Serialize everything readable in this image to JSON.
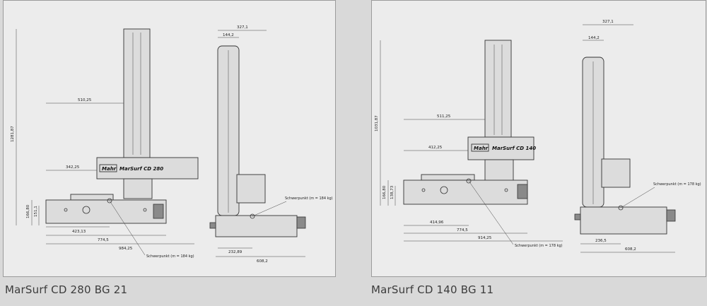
{
  "panels": [
    {
      "caption": "MarSurf CD 280 BG 21",
      "model_label": "MarSurf CD 280",
      "logo": "Mahr",
      "center_of_gravity": "Schwerpunkt (m = 184 kg)",
      "front_dims": {
        "total_height": "1281,87",
        "arm_reach": "510,25",
        "arm_inner": "342,25",
        "base_h1": "166,80",
        "base_h2": "151,1",
        "base_w1": "423,13",
        "base_w2": "774,5",
        "overall_w": "984,25"
      },
      "side_dims": {
        "top_w": "327,1",
        "col_w": "144,2",
        "base_w": "232,89",
        "overall_d": "608,2"
      }
    },
    {
      "caption": "MarSurf CD 140 BG 11",
      "model_label": "MarSurf CD 140",
      "logo": "Mahr",
      "center_of_gravity": "Schwerpunkt (m = 178 kg)",
      "front_dims": {
        "total_height": "1031,87",
        "arm_reach": "511,25",
        "arm_inner": "412,25",
        "base_h1": "166,80",
        "base_h2": "138,73",
        "base_w1": "414,96",
        "base_w2": "774,5",
        "overall_w": "914,25"
      },
      "side_dims": {
        "top_w": "327,1",
        "col_w": "144,2",
        "base_w": "236,5",
        "overall_d": "608,2"
      }
    }
  ]
}
